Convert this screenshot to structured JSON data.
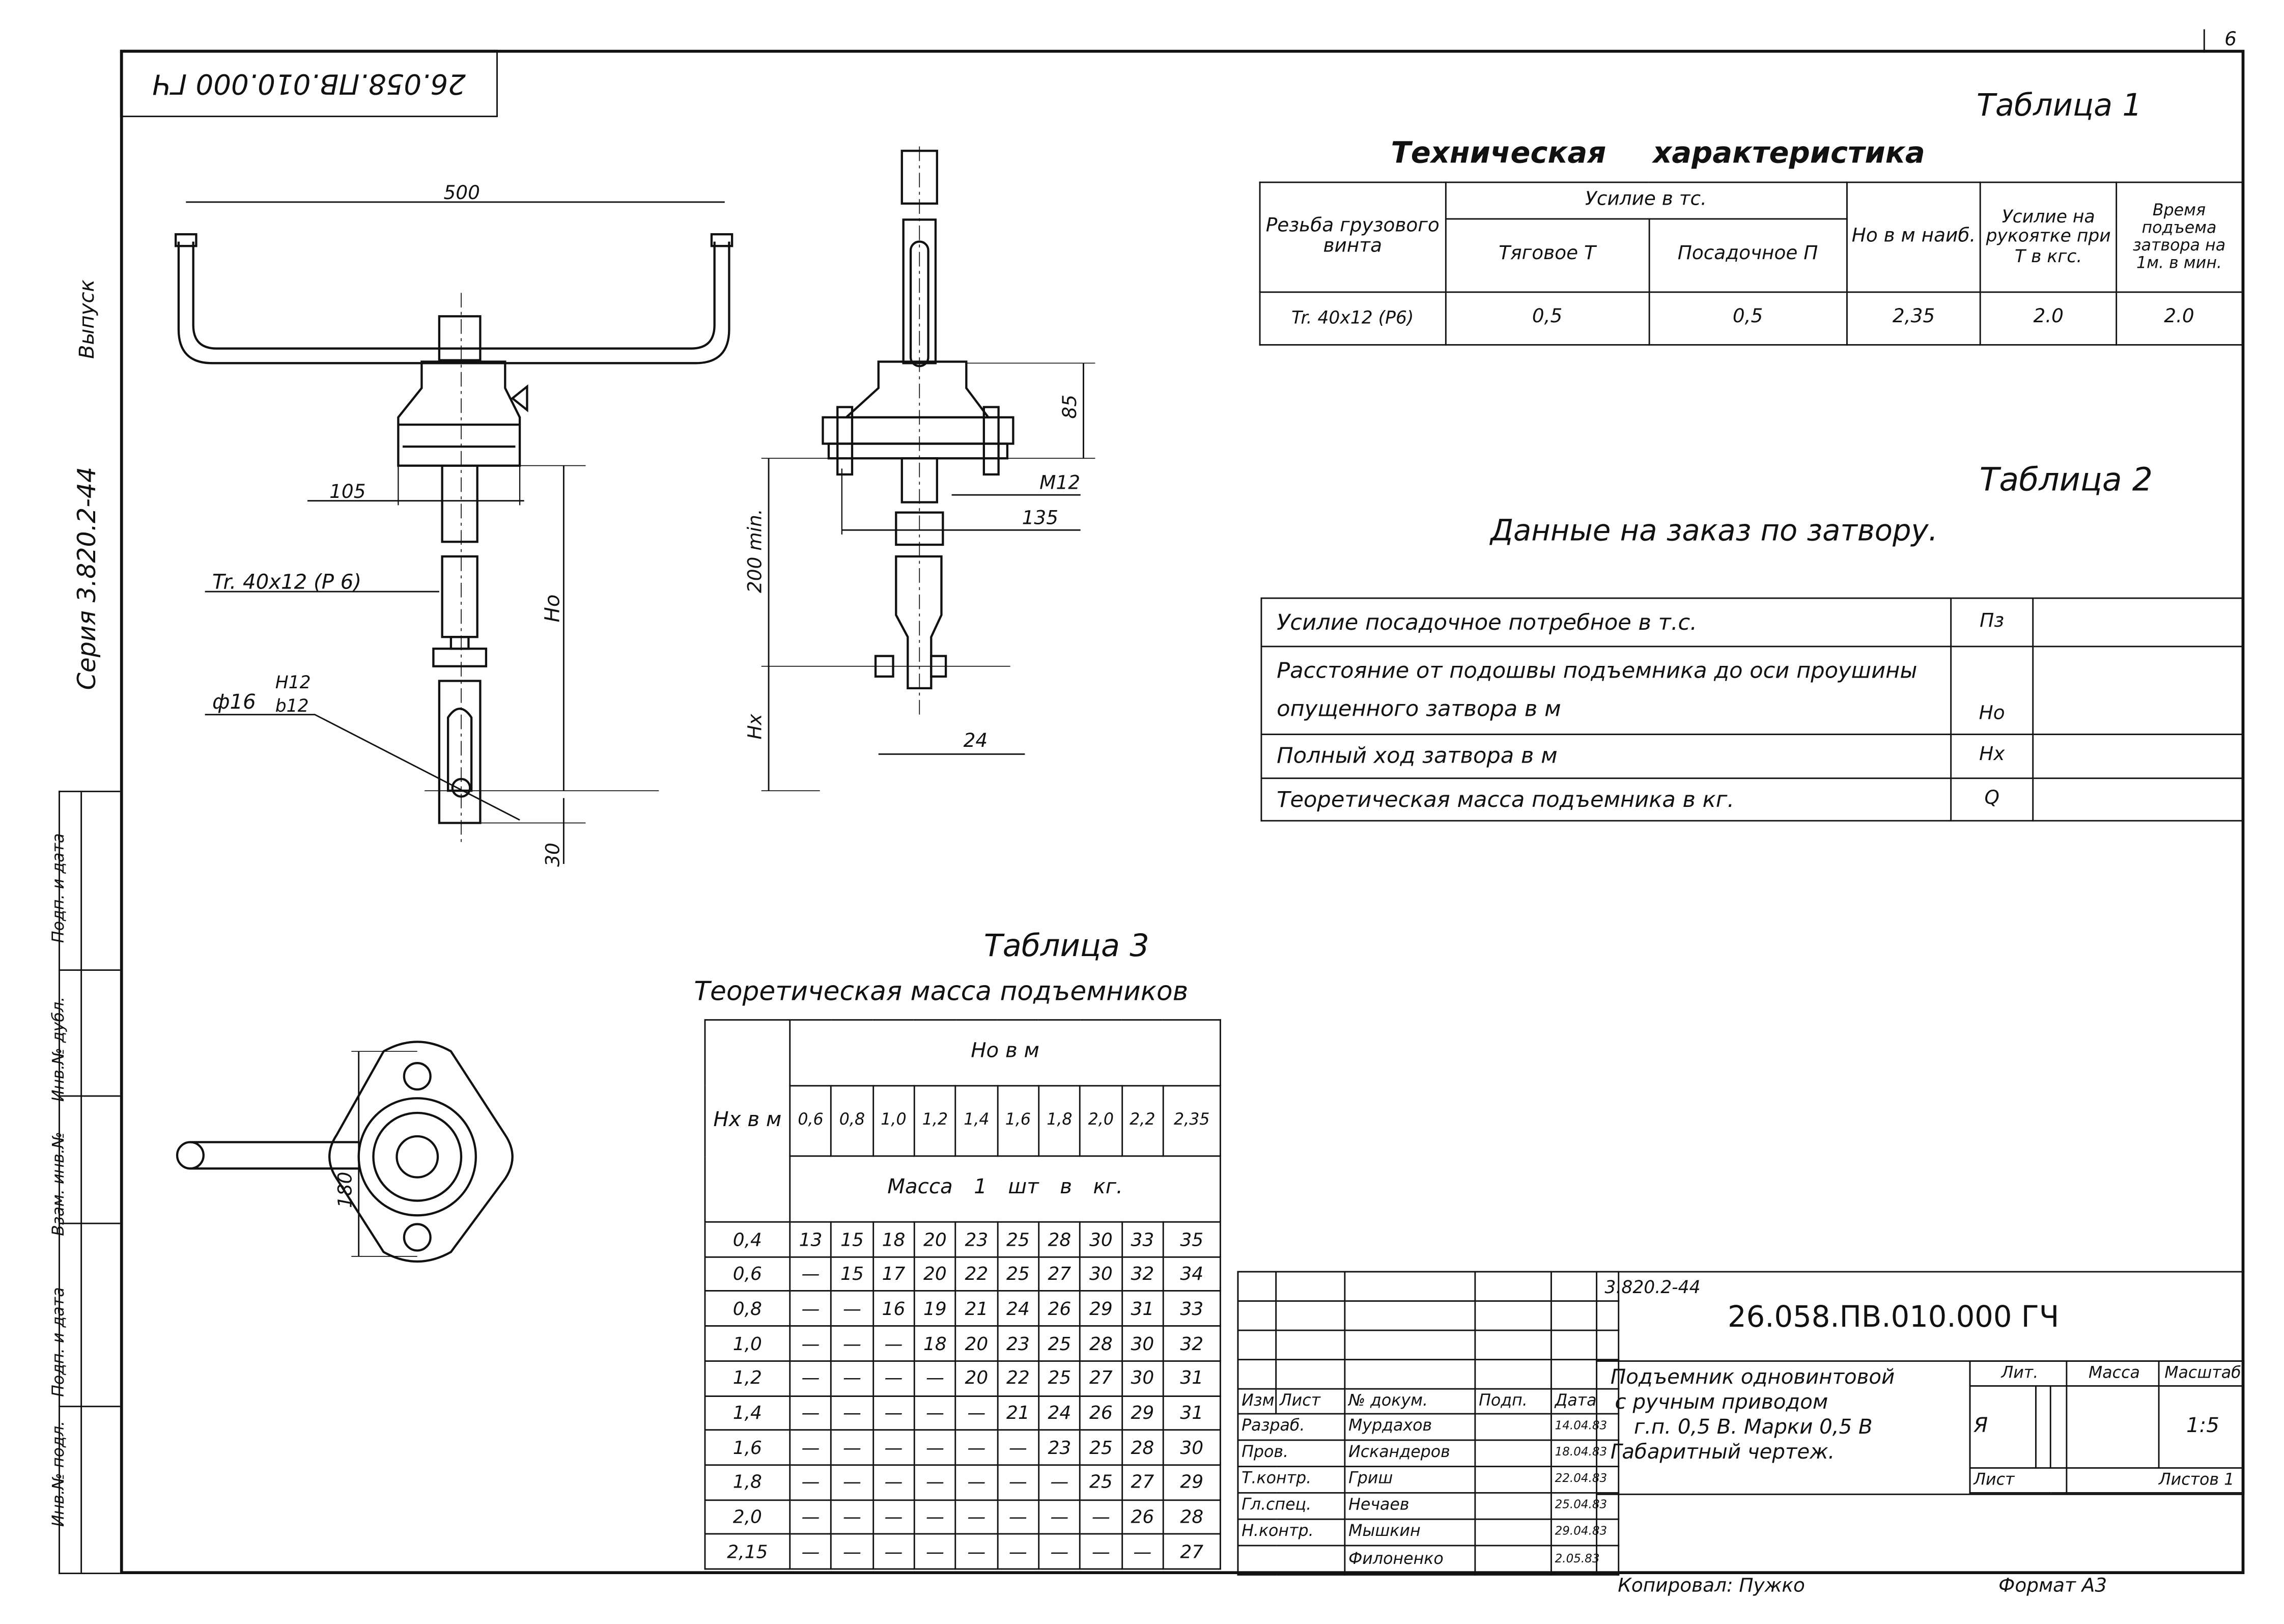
{
  "sheet_number": "6",
  "inverted_code": "26.058.ПВ.010.000 ГЧ",
  "margin": {
    "issue": "Выпуск",
    "series": "Серия 3.820.2-44",
    "stamp_cells": [
      "Инв.№ подл.",
      "Подп. и дата",
      "Взам. инв.№",
      "Инв.№ дубл.",
      "Подп. и дата"
    ]
  },
  "drawing": {
    "dim_500": "500",
    "dim_105": "105",
    "thread": "Tr. 40x12 (P 6)",
    "ho": "Ho",
    "fit_d": "ф16",
    "fit_num": "H12",
    "fit_den": "b12",
    "dim_30": "30",
    "dim_85": "85",
    "m12": "M12",
    "dim_135": "135",
    "dim_200": "200 min.",
    "hx": "Hx",
    "dim_24": "24",
    "dim_180": "180"
  },
  "table1": {
    "caption": "Таблица 1",
    "title": "Техническая характеристика",
    "headers": {
      "thread": "Резьба грузового винта",
      "force": "Усилие в тс.",
      "traction": "Тяговое Т",
      "seating": "Посадочное П",
      "ho": "Но в м наиб.",
      "handle": "Усилие на рукоятке при Т в кгс.",
      "time": "Время подъема затвора на 1м. в мин."
    },
    "row": {
      "thread": "Tr. 40x12 (P6)",
      "traction": "0,5",
      "seating": "0,5",
      "ho": "2,35",
      "handle": "2.0",
      "time": "2.0"
    }
  },
  "table2": {
    "caption": "Таблица 2",
    "title": "Данные на заказ по затвору.",
    "rows": [
      {
        "label": "Усилие посадочное потребное в т.с.",
        "sym": "Пз",
        "value": ""
      },
      {
        "label": "Расстояние от подошвы подъемника до оси проушины опущенного затвора в м",
        "sym": "Но",
        "value": ""
      },
      {
        "label": "Полный ход затвора в м",
        "sym": "Нх",
        "value": ""
      },
      {
        "label": "Теоретическая масса подъемника в кг.",
        "sym": "Q",
        "value": ""
      }
    ]
  },
  "table3": {
    "caption": "Таблица 3",
    "title": "Теоретическая масса подъемников",
    "hx_header": "Нх в м",
    "ho_header": "Но в м",
    "mass_header": "Масса 1 шт в кг.",
    "ho_values": [
      "0,6",
      "0,8",
      "1,0",
      "1,2",
      "1,4",
      "1,6",
      "1,8",
      "2,0",
      "2,2",
      "2,35"
    ],
    "rows": [
      {
        "hx": "0,4",
        "m": [
          "13",
          "15",
          "18",
          "20",
          "23",
          "25",
          "28",
          "30",
          "33",
          "35"
        ]
      },
      {
        "hx": "0,6",
        "m": [
          "—",
          "15",
          "17",
          "20",
          "22",
          "25",
          "27",
          "30",
          "32",
          "34"
        ]
      },
      {
        "hx": "0,8",
        "m": [
          "—",
          "—",
          "16",
          "19",
          "21",
          "24",
          "26",
          "29",
          "31",
          "33"
        ]
      },
      {
        "hx": "1,0",
        "m": [
          "—",
          "—",
          "—",
          "18",
          "20",
          "23",
          "25",
          "28",
          "30",
          "32"
        ]
      },
      {
        "hx": "1,2",
        "m": [
          "—",
          "—",
          "—",
          "—",
          "20",
          "22",
          "25",
          "27",
          "30",
          "31"
        ]
      },
      {
        "hx": "1,4",
        "m": [
          "—",
          "—",
          "—",
          "—",
          "—",
          "21",
          "24",
          "26",
          "29",
          "31"
        ]
      },
      {
        "hx": "1,6",
        "m": [
          "—",
          "—",
          "—",
          "—",
          "—",
          "—",
          "23",
          "25",
          "28",
          "30"
        ]
      },
      {
        "hx": "1,8",
        "m": [
          "—",
          "—",
          "—",
          "—",
          "—",
          "—",
          "—",
          "25",
          "27",
          "29"
        ]
      },
      {
        "hx": "2,0",
        "m": [
          "—",
          "—",
          "—",
          "—",
          "—",
          "—",
          "—",
          "—",
          "26",
          "28"
        ]
      },
      {
        "hx": "2,15",
        "m": [
          "—",
          "—",
          "—",
          "—",
          "—",
          "—",
          "—",
          "—",
          "—",
          "27"
        ]
      }
    ]
  },
  "title_block": {
    "series": "3.820.2-44",
    "code": "26.058.ПВ.010.000 ГЧ",
    "name": [
      "Подъемник одновинтовой",
      "с ручным приводом",
      "г.п. 0,5 В. Марки 0,5 В",
      "Габаритный чертеж."
    ],
    "col_headers": [
      "Изм.",
      "Лист",
      "№ докум.",
      "Подп.",
      "Дата"
    ],
    "staff": [
      {
        "role": "Разраб.",
        "name": "Мурдахов",
        "date": "14.04.83"
      },
      {
        "role": "Пров.",
        "name": "Искандеров",
        "date": "18.04.83"
      },
      {
        "role": "Т.контр.",
        "name": "Гриш",
        "date": "22.04.83"
      },
      {
        "role": "Гл.спец.",
        "name": "Нечаев",
        "date": "25.04.83"
      },
      {
        "role": "Н.контр.",
        "name": "Мышкин",
        "date": "29.04.83"
      },
      {
        "role": "",
        "name": "Филоненко",
        "date": "2.05.83"
      }
    ],
    "lit_label": "Лит.",
    "mass_label": "Масса",
    "scale_label": "Масштаб",
    "lit": "Я",
    "scale": "1:5",
    "sheet_label": "Лист",
    "sheets_label": "Листов 1"
  },
  "footer": {
    "copied": "Копировал: Пужко",
    "format": "Формат А3"
  }
}
